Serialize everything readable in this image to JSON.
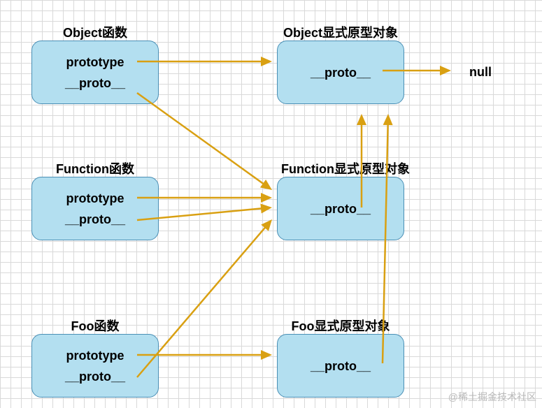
{
  "functions": {
    "object": {
      "title": "Object函数",
      "prototype": "prototype",
      "proto": "__proto__"
    },
    "function": {
      "title": "Function函数",
      "prototype": "prototype",
      "proto": "__proto__"
    },
    "foo": {
      "title": "Foo函数",
      "prototype": "prototype",
      "proto": "__proto__"
    }
  },
  "prototypes": {
    "object": {
      "title": "Object显式原型对象",
      "proto": "__proto__"
    },
    "function": {
      "title": "Function显式原型对象",
      "proto": "__proto__"
    },
    "foo": {
      "title": "Foo显式原型对象",
      "proto": "__proto__"
    }
  },
  "null_label": "null",
  "watermark": "@稀土掘金技术社区",
  "colors": {
    "arrow": "#d9a012",
    "box_fill": "#b3dff0",
    "box_border": "#4a8fb5",
    "grid": "#d9d9d9"
  }
}
